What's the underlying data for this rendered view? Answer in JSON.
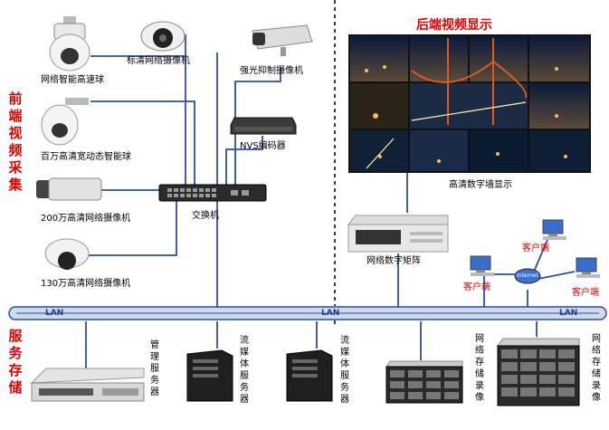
{
  "front_title": [
    "前",
    "端",
    "视",
    "频",
    "采",
    "集"
  ],
  "back_title": "后端视频显示",
  "service_title": [
    "服",
    "务",
    "存",
    "储"
  ],
  "cameras": {
    "ptz_dome": "网络智能高速球",
    "hd_camera": "标清网络摄像机",
    "strong_light": "强光抑制摄像机",
    "megapixel_dome": "百万高清宽动态智能球",
    "cam_200": "200万高清网络摄像机",
    "cam_130": "130万高清网络摄像机"
  },
  "nvs": "NVS编码器",
  "switch": "交换机",
  "video_wall": "高清数字墙显示",
  "matrix": "网络数字矩阵",
  "clients": [
    "客户端",
    "客户端",
    "客户端"
  ],
  "internet": "Internet",
  "lan_labels": [
    "LAN",
    "LAN",
    "LAN"
  ],
  "servers": {
    "mgmt": [
      "管",
      "理",
      "服",
      "务",
      "器"
    ],
    "stream1": [
      "流",
      "媒",
      "体",
      "服",
      "务",
      "器"
    ],
    "stream2": [
      "流",
      "媒",
      "体",
      "服",
      "务",
      "器"
    ],
    "storage1": [
      "网",
      "络",
      "存",
      "储",
      "录",
      "像"
    ],
    "storage2": [
      "网",
      "络",
      "存",
      "储",
      "录",
      "像"
    ]
  },
  "colors": {
    "red": "#dd0000",
    "lan_line": "#2e4f9c",
    "lan_bar": "#cfd9ea"
  }
}
